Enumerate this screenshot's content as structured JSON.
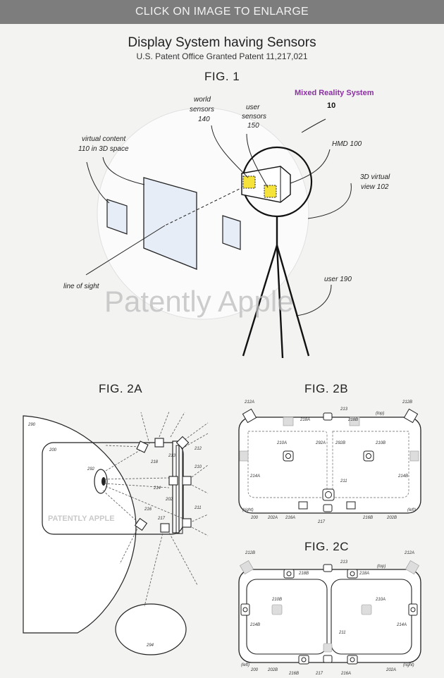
{
  "banner": {
    "text": "CLICK ON IMAGE TO ENLARGE"
  },
  "header": {
    "title": "Display System having Sensors",
    "subtitle": "U.S. Patent Office Granted Patent 11,217,021"
  },
  "fig1": {
    "label": "FIG. 1",
    "system_name": "Mixed Reality System",
    "system_name_color": "#8b2fa3",
    "system_num": "10",
    "world_sensors": [
      "world",
      "sensors",
      "140"
    ],
    "user_sensors": [
      "user",
      "sensors",
      "150"
    ],
    "virtual_content": [
      "virtual content",
      "110 in 3D space"
    ],
    "hmd": "HMD 100",
    "view": [
      "3D virtual",
      "view 102"
    ],
    "line_of_sight": "line of sight",
    "user": "user 190",
    "watermark": "Patently Apple"
  },
  "fig2a": {
    "label": "FIG. 2A",
    "watermark": "PATENTLY APPLE",
    "refs": {
      "r290": "290",
      "r200": "200",
      "r292": "292",
      "r218": "218",
      "r213": "213",
      "r212": "212",
      "r210": "210",
      "r214": "214",
      "r202": "202",
      "r216": "216",
      "r217": "217",
      "r211": "211",
      "r294": "294"
    }
  },
  "fig2b": {
    "label": "FIG. 2B",
    "refs": {
      "r212a": "212A",
      "r213": "213",
      "r212b": "212B",
      "top": "(top)",
      "r218a": "218A",
      "r218b": "218B",
      "r210a": "210A",
      "r292a": "292A",
      "r292b": "292B",
      "r210b": "210B",
      "r214a": "214A",
      "r214b": "214B",
      "r211": "211",
      "right": "(right)",
      "r200": "200",
      "r202a": "202A",
      "r216a": "216A",
      "r217": "217",
      "r216b": "216B",
      "r202b": "202B",
      "left": "(left)"
    }
  },
  "fig2c": {
    "label": "FIG. 2C",
    "refs": {
      "r212b": "212B",
      "r213": "213",
      "r212a": "212A",
      "r218b": "218B",
      "r218a": "218A",
      "top": "(top)",
      "r210b": "210B",
      "r210a": "210A",
      "r214b": "214B",
      "r214a": "214A",
      "r211": "211",
      "left": "(left)",
      "r200": "200",
      "r202b": "202B",
      "r216b": "216B",
      "r217": "217",
      "r216a": "216A",
      "r202a": "202A",
      "right": "(right)"
    }
  }
}
